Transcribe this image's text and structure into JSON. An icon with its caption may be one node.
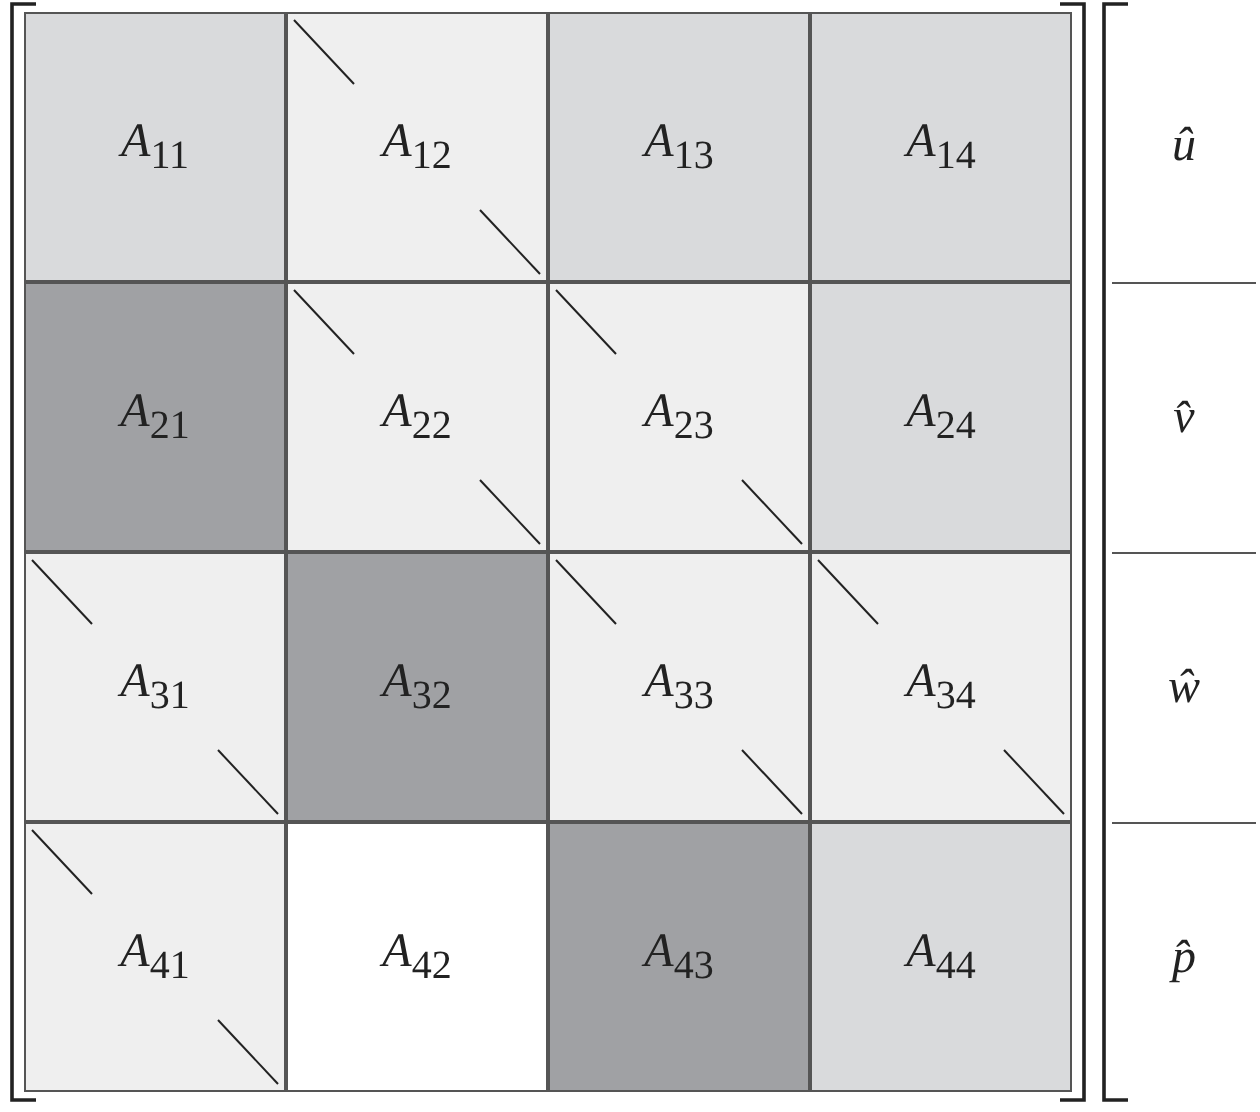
{
  "diagram": {
    "nodes": [
      {
        "text": [
          "*A*$_{11}$"
        ]
      },
      {
        "text": [
          "*A*$_{12}$"
        ]
      },
      {
        "text": [
          "*A*$_{13}$"
        ]
      },
      {
        "text": [
          "*A*$_{14}$"
        ]
      },
      {
        "text": [
          "*A*$_{21}$"
        ]
      },
      {
        "text": [
          "*A*$_{22}$"
        ]
      },
      {
        "text": [
          "*A*$_{23}$"
        ]
      },
      {
        "text": [
          "*A*$_{24}$"
        ]
      },
      {
        "text": [
          "*A*$_{31}$"
        ]
      },
      {
        "text": [
          "*A*$_{32}$"
        ]
      },
      {
        "text": [
          "*A*$_{33}$"
        ]
      },
      {
        "text": [
          "*A*$_{34}$"
        ]
      },
      {
        "text": [
          "*A*$_{41}$"
        ]
      },
      {
        "text": [
          "*A*$_{42}$"
        ]
      },
      {
        "text": [
          "*A*$_{43}$"
        ]
      },
      {
        "text": [
          "*A*$_{44}$"
        ]
      },
      {
        "text": [
          "*û*"
        ]
      },
      {
        "text": [
          "*v̂*"
        ]
      },
      {
        "text": [
          "*ŵ*"
        ]
      },
      {
        "text": [
          "*p̂*"
        ]
      }
    ]
  }
}
